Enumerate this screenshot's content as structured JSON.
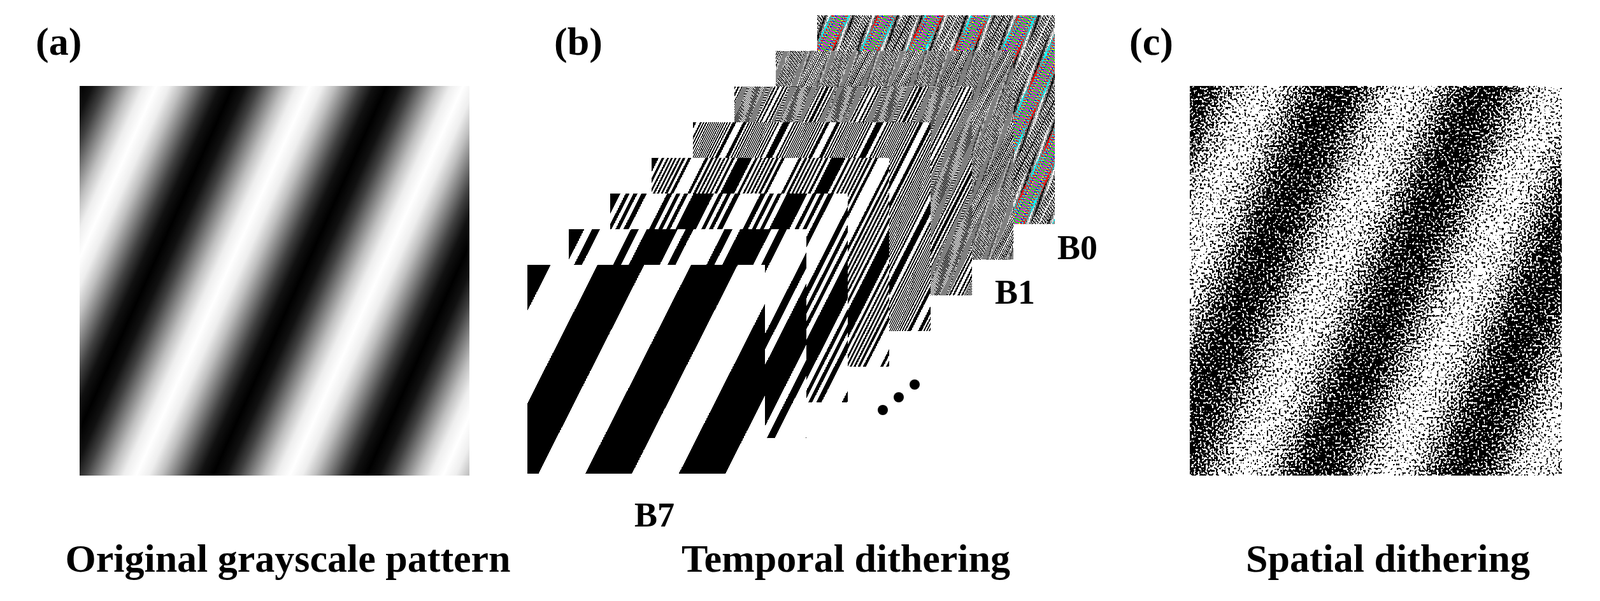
{
  "diagram": {
    "labels": [
      "(a)",
      "(b)",
      "(c)",
      "B0",
      "B1",
      "B7",
      "Original grayscale pattern",
      "Temporal dithering",
      "Spatial dithering"
    ]
  }
}
